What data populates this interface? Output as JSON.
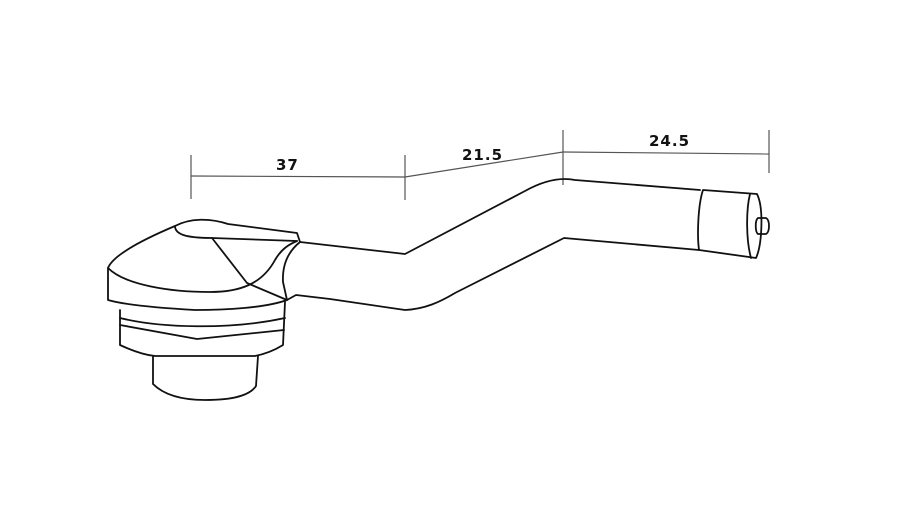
{
  "dimensions": [
    {
      "label": "37"
    },
    {
      "label": "21.5"
    },
    {
      "label": "24.5"
    }
  ]
}
